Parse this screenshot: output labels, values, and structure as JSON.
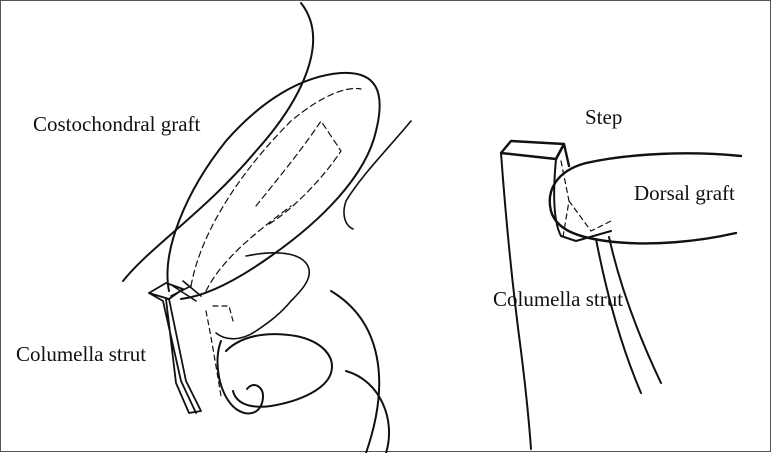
{
  "labels": {
    "costochondral_graft": "Costochondral graft",
    "columella_strut_left": "Columella strut",
    "step": "Step",
    "dorsal_graft": "Dorsal graft",
    "columella_strut_right": "Columella strut"
  }
}
